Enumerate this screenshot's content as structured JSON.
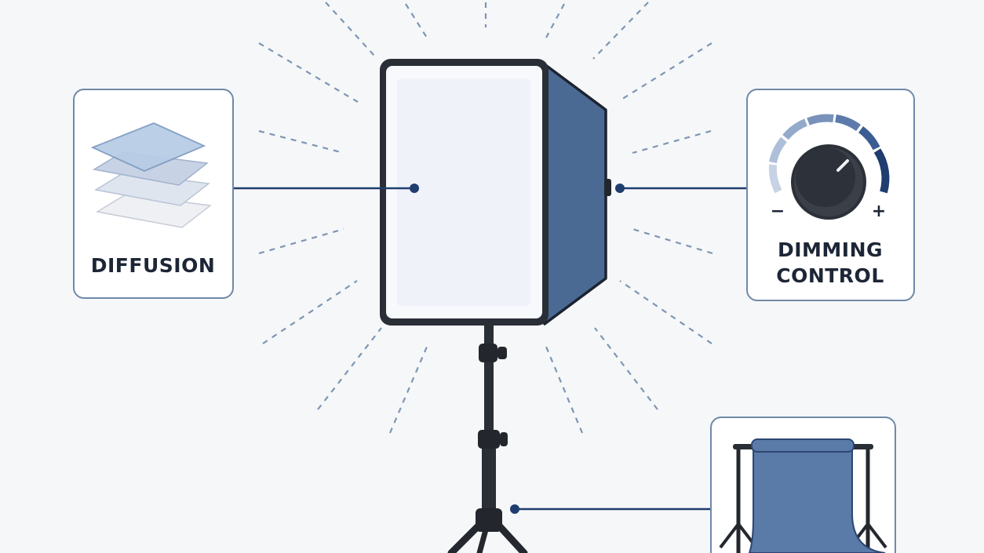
{
  "diagram": {
    "callouts": [
      {
        "id": "diffusion",
        "label": "DIFFUSION",
        "icon": "diffusion-layers-icon"
      },
      {
        "id": "dimming",
        "label_line1": "DIMMING",
        "label_line2": "CONTROL",
        "icon": "dimmer-knob-icon"
      },
      {
        "id": "backdrop",
        "icon": "backdrop-stand-icon"
      }
    ],
    "dimmer_signs": {
      "minus": "−",
      "plus": "+"
    },
    "colors": {
      "background": "#f6f7f9",
      "accent_navy": "#1f3d6e",
      "softbox_blue": "#4a6a94",
      "ray_blue": "#7d96b3",
      "card_border": "#6f89a8",
      "text_dark": "#1d2636"
    }
  }
}
